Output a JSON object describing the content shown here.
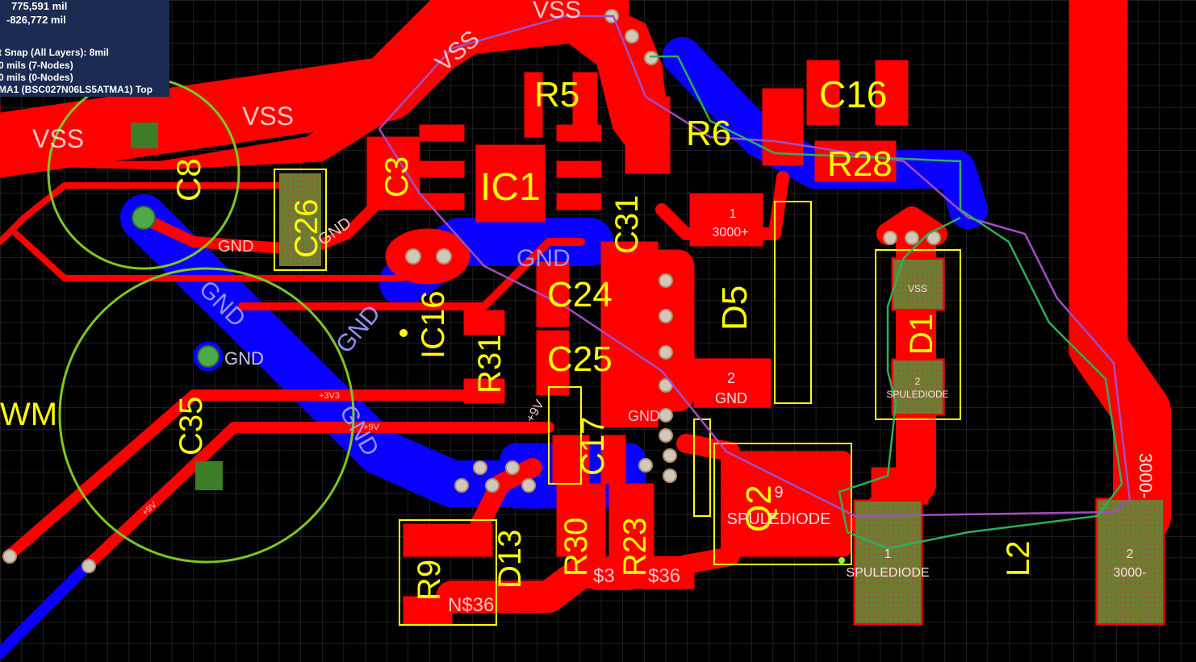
{
  "hud": {
    "x_coord": "775,591 mil",
    "y_coord": "-826,772 mil",
    "snap": "t Snap (All Layers): 8mil",
    "nodes_a": "0 mils (7-Nodes)",
    "nodes_b": "0 mils   (0-Nodes)",
    "component": "MA1 (BSC027N06LS5ATMA1) Top"
  },
  "designators": {
    "c8": "C8",
    "c26": "C26",
    "c3": "C3",
    "ic1": "IC1",
    "r5": "R5",
    "r6": "R6",
    "c16": "C16",
    "r28": "R28",
    "c31": "C31",
    "d5": "D5",
    "ic16": "IC16",
    "r31": "R31",
    "c24": "C24",
    "c25": "C25",
    "c17": "C17",
    "c35": "C35",
    "q2": "Q2",
    "d1": "D1",
    "l2": "L2",
    "d13": "D13",
    "r9": "R9",
    "r30": "R30",
    "r23": "R23",
    "wm": "WM"
  },
  "nets": {
    "vss1": "VSS",
    "vss2": "VSS",
    "vss3": "VSS",
    "vss4": "VSS",
    "gnd1": "GND",
    "gnd2": "GND",
    "gnd3": "GND",
    "gnd4": "GND",
    "gnd5": "GND",
    "gnd6": "GND",
    "gnd7": "GND",
    "gnd8": "GND",
    "v33": "+3V3",
    "v9a": "+9V",
    "v9b": "+9V",
    "v9c": "+9V",
    "n36a": "N$36",
    "n36b": "$36",
    "n36c": "$3"
  },
  "pads": {
    "p3000_num": "1",
    "p3000_label": "3000+",
    "pgnd_num": "2",
    "pgnd_label": "GND",
    "pvss_label": "VSS",
    "pspule2_num": "2",
    "pspule2_label": "SPULEDIODE",
    "q2_num": "9",
    "q2_label": "SPULEDIODE",
    "l2a_num": "1",
    "l2a_label": "SPULEDIODE",
    "l2b_num": "2",
    "l2b_label": "3000-",
    "minus_trace": "3000-"
  },
  "colors": {
    "background": "#000000",
    "grid": "#2f2f2f",
    "top_copper": "#ff0000",
    "bottom_copper": "#0000ff",
    "silkscreen": "#ffff00",
    "overlay_circle": "#7ec81e",
    "ratsnest_purple": "#9a4db5",
    "ratsnest_green": "#2fae5a",
    "pad_green": "#4a7d2e",
    "hud_bg": "#1b2b52"
  }
}
